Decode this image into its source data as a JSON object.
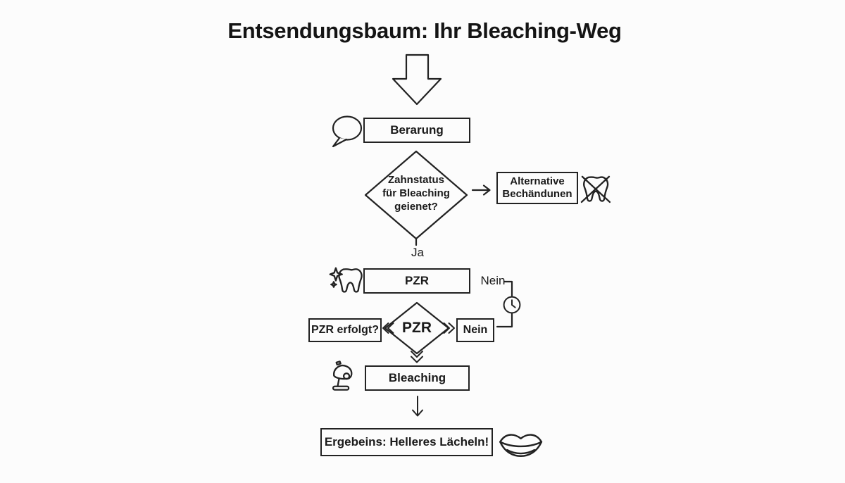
{
  "title": "Entsendungsbaum: Ihr Bleaching-Weg",
  "colors": {
    "ink": "#222222",
    "background": "#fcfcfc"
  },
  "flow": {
    "beratung_label": "Berarung",
    "decision1": {
      "line1": "Zahnstatus",
      "line2": "für Bleaching",
      "line3": "geienet?"
    },
    "alternative": {
      "line1": "Alternative",
      "line2": "Bechändunen"
    },
    "ja_label": "Ja",
    "pzr_label": "PZR",
    "nein_label": "Nein",
    "decision2_label": "PZR",
    "pzr_erfolgt_label": "PZR erfolgt?",
    "nein_box_label": "Nein",
    "bleaching_label": "Bleaching",
    "result_label": "Ergebeins: Helleres Lächeln!"
  },
  "icons": {
    "speech_bubble": "speech-bubble-icon",
    "crossed_tooth": "crossed-tooth-icon",
    "sparkle_tooth": "sparkling-tooth-icon",
    "clock": "clock-icon",
    "lamp": "desk-lamp-icon",
    "lips": "smiling-lips-icon"
  }
}
